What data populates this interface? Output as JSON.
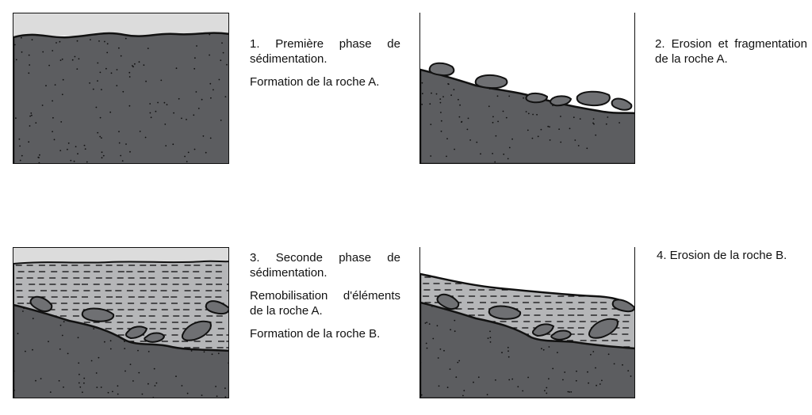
{
  "colors": {
    "rock_a": "#5c5d60",
    "rock_b": "#b5b6b8",
    "water": "#dcdcdc",
    "outline": "#111111"
  },
  "panels": [
    {
      "step": 1,
      "lines": [
        "1. Première phase de sédimentation.",
        "Formation de la roche A."
      ]
    },
    {
      "step": 2,
      "lines": [
        "2. Erosion et fragmentation de la roche A."
      ]
    },
    {
      "step": 3,
      "lines": [
        "3. Seconde phase de sédimentation.",
        "Remobilisation d'éléments de la roche A.",
        "Formation de la roche B."
      ]
    },
    {
      "step": 4,
      "lines": [
        "4. Erosion de la roche B."
      ]
    }
  ]
}
